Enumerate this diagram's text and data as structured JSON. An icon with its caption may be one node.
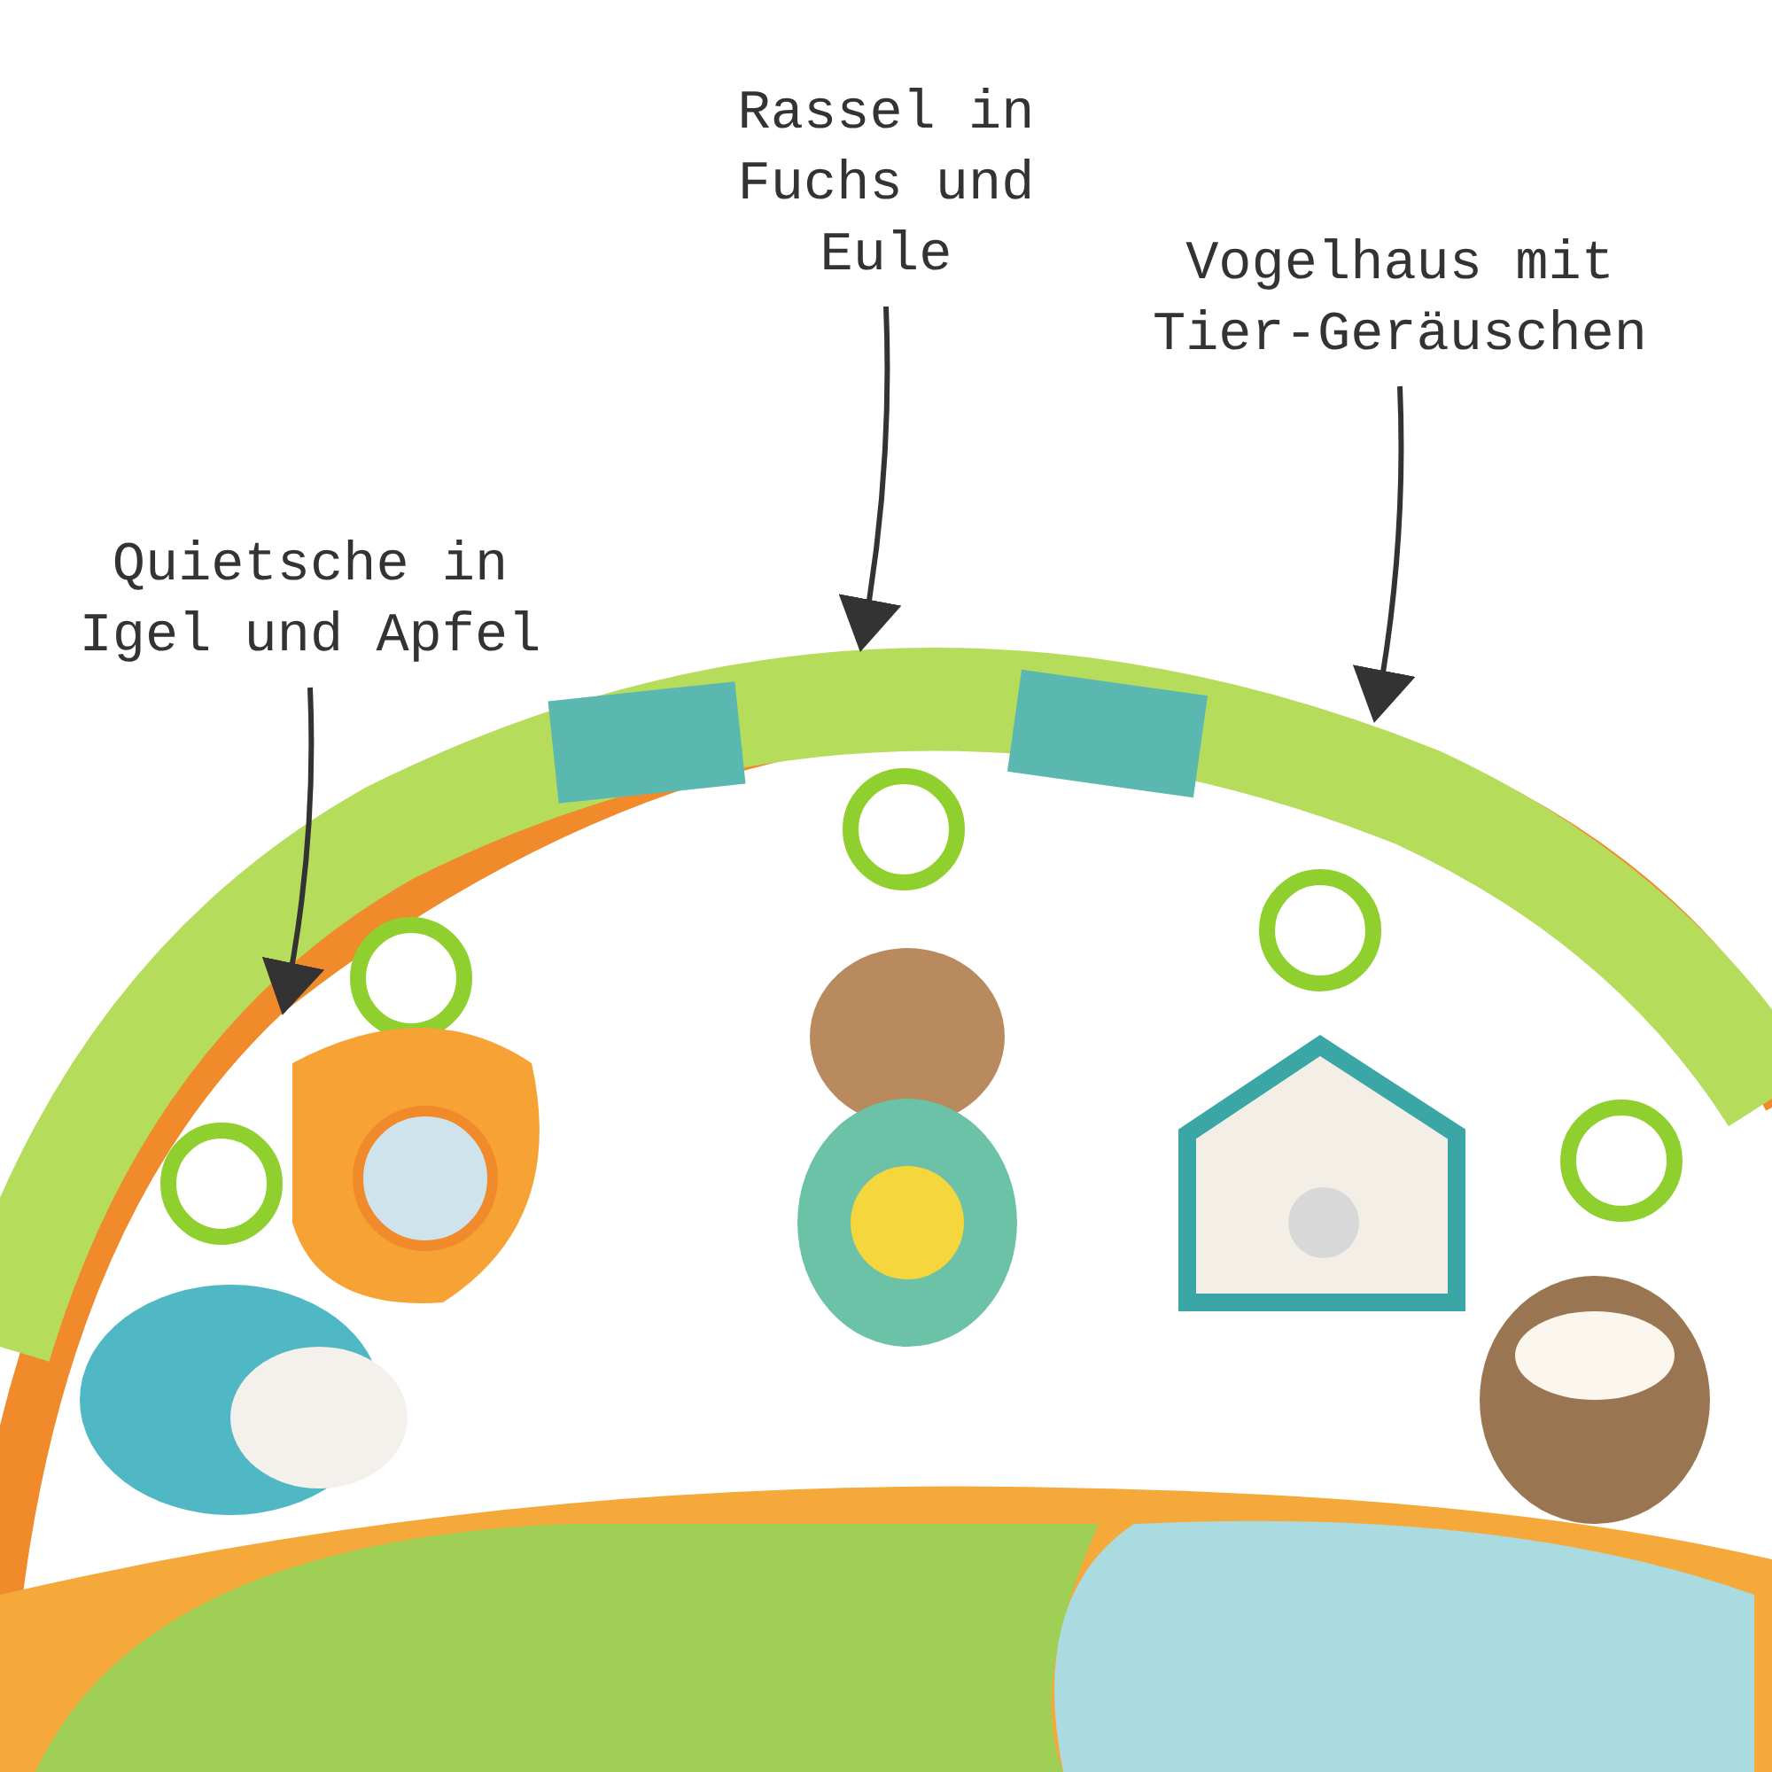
{
  "diagram": {
    "nodes": [
      {
        "text": [
          "Quietsche in Igel und Apfel"
        ]
      },
      {
        "text": [
          "Rassel in Fuchs und Eule"
        ]
      },
      {
        "text": [
          "Vogelhaus mit Tier-Geräuschen"
        ]
      }
    ],
    "edges": [
      {
        "from": 0,
        "to": null,
        "arrow": "to"
      },
      {
        "from": 1,
        "to": null,
        "arrow": "to"
      },
      {
        "from": 2,
        "to": null,
        "arrow": "to"
      }
    ]
  }
}
